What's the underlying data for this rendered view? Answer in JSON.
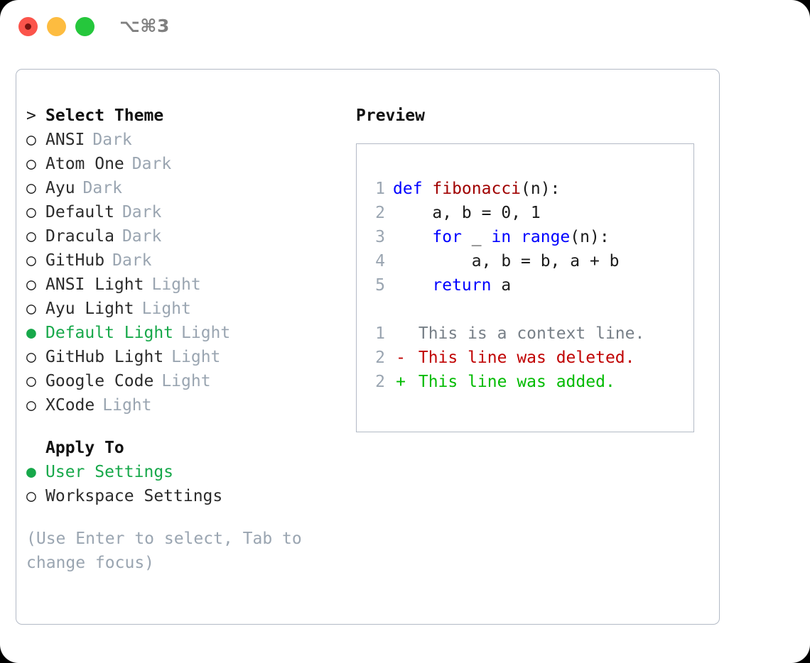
{
  "titlebar": {
    "shortcut": "⌥⌘3",
    "buttons": [
      "close",
      "minimize",
      "maximize"
    ]
  },
  "theme_picker": {
    "prompt_marker": ">",
    "title": "Select Theme",
    "bullet_unselected": "○",
    "bullet_selected": "●",
    "selected_color": "#17a84a",
    "muted_color": "#9aa5b1",
    "items": [
      {
        "name": "ANSI",
        "kind": "Dark",
        "selected": false
      },
      {
        "name": "Atom One",
        "kind": "Dark",
        "selected": false
      },
      {
        "name": "Ayu",
        "kind": "Dark",
        "selected": false
      },
      {
        "name": "Default",
        "kind": "Dark",
        "selected": false
      },
      {
        "name": "Dracula",
        "kind": "Dark",
        "selected": false
      },
      {
        "name": "GitHub",
        "kind": "Dark",
        "selected": false
      },
      {
        "name": "ANSI Light",
        "kind": "Light",
        "selected": false
      },
      {
        "name": "Ayu Light",
        "kind": "Light",
        "selected": false
      },
      {
        "name": "Default Light",
        "kind": "Light",
        "selected": true
      },
      {
        "name": "GitHub Light",
        "kind": "Light",
        "selected": false
      },
      {
        "name": "Google Code",
        "kind": "Light",
        "selected": false
      },
      {
        "name": "XCode",
        "kind": "Light",
        "selected": false
      }
    ]
  },
  "apply_to": {
    "title": "Apply To",
    "options": [
      {
        "name": "User Settings",
        "selected": true
      },
      {
        "name": "Workspace Settings",
        "selected": false
      }
    ]
  },
  "hint": "(Use Enter to select, Tab to change focus)",
  "preview": {
    "title": "Preview",
    "code_lines": [
      {
        "number": "1",
        "tokens": [
          {
            "text": "def ",
            "type": "kw"
          },
          {
            "text": "fibonacci",
            "type": "fn"
          },
          {
            "text": "(n):",
            "type": "plain"
          }
        ]
      },
      {
        "number": "2",
        "tokens": [
          {
            "text": "    a, b = ",
            "type": "plain"
          },
          {
            "text": "0",
            "type": "num"
          },
          {
            "text": ", ",
            "type": "plain"
          },
          {
            "text": "1",
            "type": "num"
          }
        ]
      },
      {
        "number": "3",
        "tokens": [
          {
            "text": "    ",
            "type": "plain"
          },
          {
            "text": "for",
            "type": "kw"
          },
          {
            "text": " _ ",
            "type": "plain"
          },
          {
            "text": "in",
            "type": "kw"
          },
          {
            "text": " ",
            "type": "plain"
          },
          {
            "text": "range",
            "type": "kw"
          },
          {
            "text": "(n):",
            "type": "plain"
          }
        ]
      },
      {
        "number": "4",
        "tokens": [
          {
            "text": "        a, b = b, a + b",
            "type": "plain"
          }
        ]
      },
      {
        "number": "5",
        "tokens": [
          {
            "text": "    ",
            "type": "plain"
          },
          {
            "text": "return",
            "type": "kw"
          },
          {
            "text": " a",
            "type": "plain"
          }
        ]
      }
    ],
    "diff_lines": [
      {
        "number": "1",
        "mark": " ",
        "text": "This is a context line.",
        "type": "ctx"
      },
      {
        "number": "2",
        "mark": "-",
        "text": "This line was deleted.",
        "type": "del"
      },
      {
        "number": "2",
        "mark": "+",
        "text": "This line was added.",
        "type": "add"
      }
    ]
  }
}
